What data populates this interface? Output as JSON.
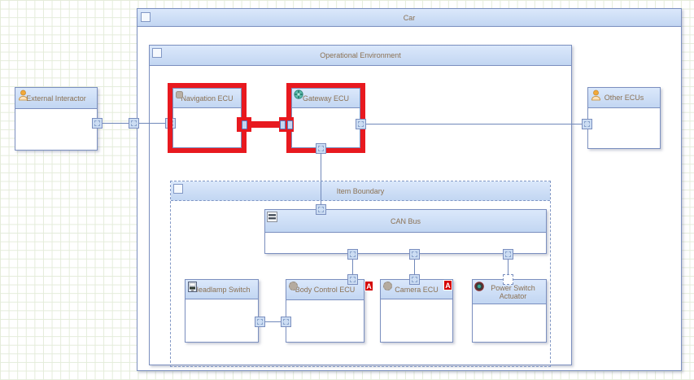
{
  "nodes": {
    "car": {
      "label": "Car"
    },
    "operational_environment": {
      "label": "Operational Environment"
    },
    "external_interactor": {
      "label": "External Interactor"
    },
    "navigation_ecu": {
      "label": "Navigation ECU"
    },
    "gateway_ecu": {
      "label": "Gateway ECU"
    },
    "other_ecus": {
      "label": "Other ECUs"
    },
    "item_boundary": {
      "label": "Item Boundary"
    },
    "can_bus": {
      "label": "CAN Bus"
    },
    "headlamp_switch": {
      "label": "Headlamp Switch"
    },
    "body_control_ecu": {
      "label": "Body Control ECU",
      "badge": "A"
    },
    "camera_ecu": {
      "label": "Camera ECU",
      "badge": "A"
    },
    "power_switch_actuator": {
      "label": "Power Switch Actuator"
    }
  },
  "colors": {
    "selection_highlight": "#e8191f",
    "node_header_fill": "#c9dcf5",
    "node_border": "#7b8fbf",
    "label_text": "#8b7153",
    "asset_badge": "#d40000",
    "grid_line": "#e4ecda"
  }
}
